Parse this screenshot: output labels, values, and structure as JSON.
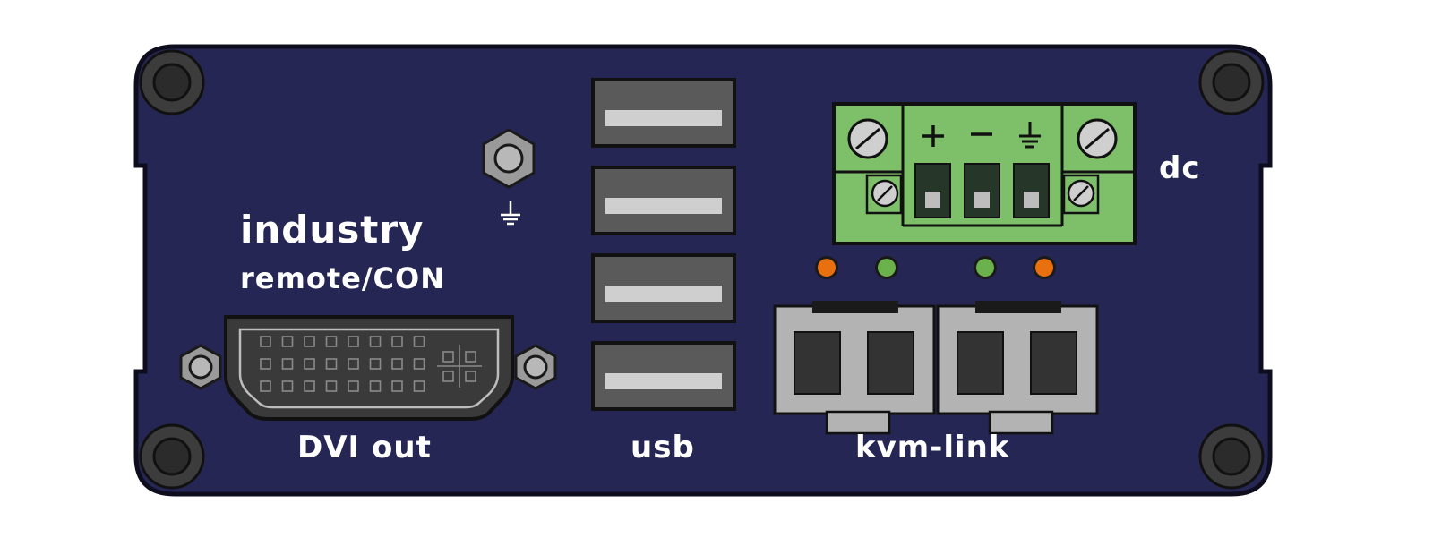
{
  "brand": {
    "line1": "industry",
    "line2": "remote/CON"
  },
  "ports": {
    "dvi_label": "DVI out",
    "usb_label": "usb",
    "kvm_label": "kvm-link",
    "dc_label": "dc",
    "dc_terminal_symbols": [
      "+",
      "−",
      "⏚"
    ],
    "ground_symbol": "⏚"
  },
  "colors": {
    "panel": "#262654",
    "panel_outline": "#0d0d1e",
    "screw_outer": "#3c3c3c",
    "screw_inner": "#2b2b2b",
    "usb_body": "#5a5a5a",
    "usb_slot": "#cfcfcf",
    "dvi_body": "#3a3a3a",
    "terminal_green": "#7ec06a",
    "terminal_dark": "#26372a",
    "led_orange": "#e8700f",
    "led_green": "#6cb24c",
    "rj45_body": "#b3b3b3",
    "rj45_hole": "#333333",
    "text": "#ffffff"
  },
  "leds": [
    {
      "name": "kvm-link-1-led-orange",
      "color": "orange"
    },
    {
      "name": "kvm-link-1-led-green",
      "color": "green"
    },
    {
      "name": "kvm-link-2-led-green",
      "color": "green"
    },
    {
      "name": "kvm-link-2-led-orange",
      "color": "orange"
    }
  ],
  "usb_port_count": 4,
  "kvm_port_count": 2
}
